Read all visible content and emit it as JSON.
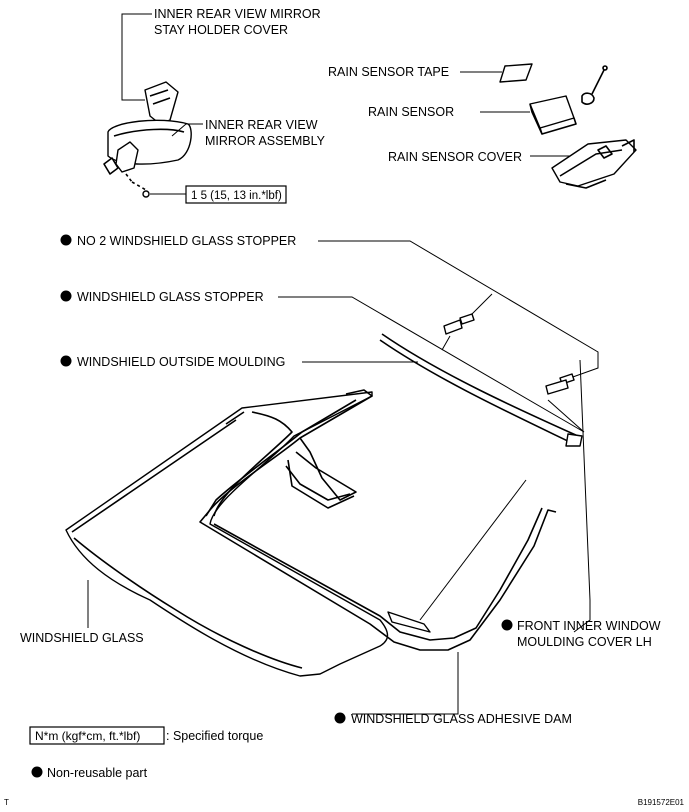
{
  "labels": {
    "mirror_cover_line1": "INNER REAR VIEW MIRROR",
    "mirror_cover_line2": "STAY HOLDER COVER",
    "mirror_assy_line1": "INNER REAR VIEW",
    "mirror_assy_line2": "MIRROR ASSEMBLY",
    "torque_value": "1 5 (15, 13 in.*lbf)",
    "rain_sensor_tape": "RAIN SENSOR TAPE",
    "rain_sensor": "RAIN SENSOR",
    "rain_sensor_cover": "RAIN SENSOR COVER",
    "no2_stopper": "NO  2 WINDSHIELD GLASS STOPPER",
    "stopper": "WINDSHIELD GLASS STOPPER",
    "outside_moulding": "WINDSHIELD OUTSIDE MOULDING",
    "windshield_glass": "WINDSHIELD GLASS",
    "front_inner_line1": "FRONT INNER WINDOW",
    "front_inner_line2": "MOULDING COVER LH",
    "adhesive_dam": "WINDSHIELD GLASS ADHESIVE DAM"
  },
  "legend": {
    "torque_box": "N*m (kgf*cm, ft.*lbf)",
    "torque_text": ": Specified torque",
    "non_reusable": "Non-reusable part"
  },
  "corner": {
    "left": "T",
    "right": "B191572E01"
  }
}
